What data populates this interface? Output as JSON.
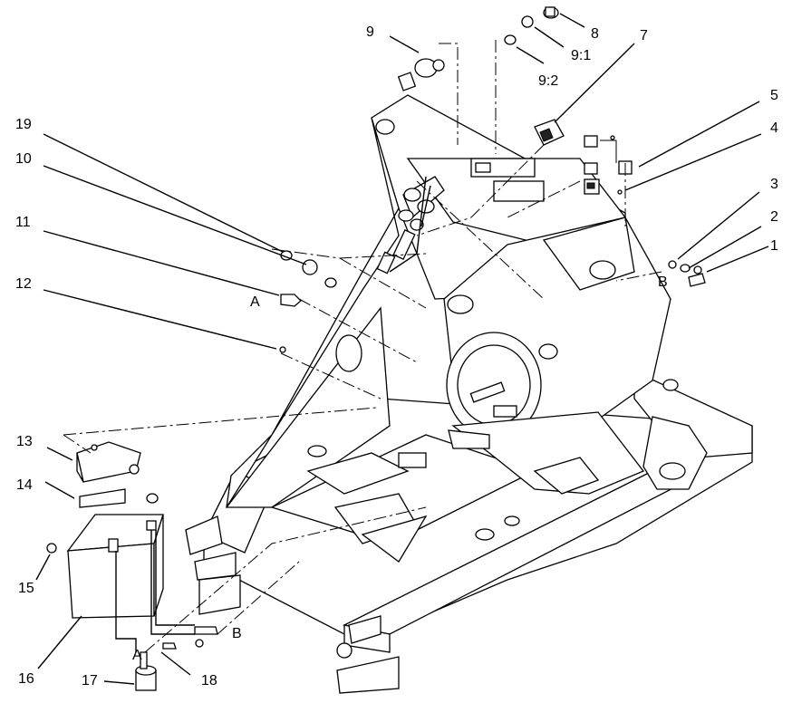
{
  "callouts": {
    "c1": "1",
    "c2": "2",
    "c3": "3",
    "c4": "4",
    "c5": "5",
    "c7": "7",
    "c8": "8",
    "c9": "9",
    "c9_1": "9:1",
    "c9_2": "9:2",
    "c10": "10",
    "c11": "11",
    "c12": "12",
    "c13": "13",
    "c14": "14",
    "c15": "15",
    "c16": "16",
    "c17": "17",
    "c18": "18",
    "c19": "19",
    "conn_a_top": "A",
    "conn_b_top": "B",
    "conn_a_bottom": "A",
    "conn_b_bottom": "B"
  }
}
